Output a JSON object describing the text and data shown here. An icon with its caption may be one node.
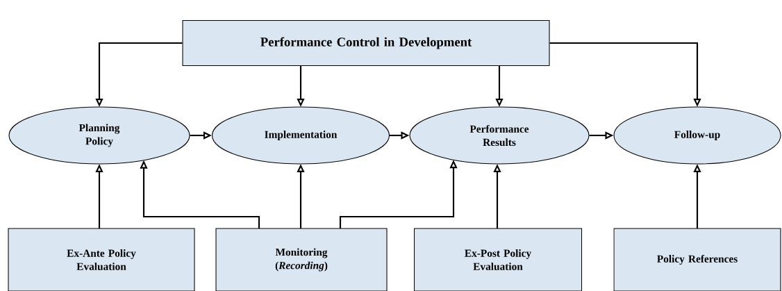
{
  "diagram": {
    "nodes": [
      {
        "text": [
          "Performance Control in Development"
        ]
      },
      {
        "text": [
          "Planning Policy"
        ]
      },
      {
        "text": [
          "Implementation"
        ]
      },
      {
        "text": [
          "Performance Results"
        ]
      },
      {
        "text": [
          "Follow-up"
        ]
      },
      {
        "text": [
          "Ex-Ante Policy Evaluation"
        ]
      },
      {
        "text": [
          "Monitoring (*Recording*)"
        ]
      },
      {
        "text": [
          "Ex-Post Policy Evaluation"
        ]
      },
      {
        "text": [
          "Policy References"
        ]
      }
    ],
    "edges": [
      {
        "from": 0,
        "to": 1,
        "arrow": "to"
      },
      {
        "from": 0,
        "to": 2,
        "arrow": "to"
      },
      {
        "from": 0,
        "to": 3,
        "arrow": "to"
      },
      {
        "from": 0,
        "to": 4,
        "arrow": "to"
      },
      {
        "from": 1,
        "to": 2,
        "arrow": "to"
      },
      {
        "from": 2,
        "to": 3,
        "arrow": "to"
      },
      {
        "from": 3,
        "to": 4,
        "arrow": "to"
      },
      {
        "from": 5,
        "to": 1,
        "arrow": "to"
      },
      {
        "from": 6,
        "to": 1,
        "arrow": "to"
      },
      {
        "from": 6,
        "to": 2,
        "arrow": "to"
      },
      {
        "from": 6,
        "to": 3,
        "arrow": "to"
      },
      {
        "from": 7,
        "to": 3,
        "arrow": "to"
      },
      {
        "from": 8,
        "to": 4,
        "arrow": "to"
      }
    ]
  }
}
